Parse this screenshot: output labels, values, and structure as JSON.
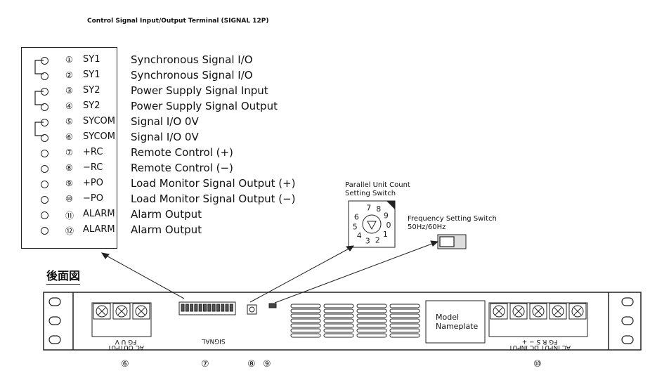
{
  "title": "Control Signal Input/Output Terminal (SIGNAL 12P)",
  "terminals": [
    {
      "num": "①",
      "code": "SY1",
      "desc": "Synchronous Signal I/O"
    },
    {
      "num": "②",
      "code": "SY1",
      "desc": "Synchronous Signal I/O"
    },
    {
      "num": "③",
      "code": "SY2",
      "desc": "Power Supply Signal Input"
    },
    {
      "num": "④",
      "code": "SY2",
      "desc": "Power Supply Signal Output"
    },
    {
      "num": "⑤",
      "code": "SYCOM",
      "desc": "Signal I/O 0V"
    },
    {
      "num": "⑥",
      "code": "SYCOM",
      "desc": "Signal I/O 0V"
    },
    {
      "num": "⑦",
      "code": "+RC",
      "desc": "Remote Control (+)"
    },
    {
      "num": "⑧",
      "code": "−RC",
      "desc": "Remote Control (−)"
    },
    {
      "num": "⑨",
      "code": "+PO",
      "desc": "Load Monitor Signal Output (+)"
    },
    {
      "num": "⑩",
      "code": "−PO",
      "desc": "Load Monitor Signal Output (−)"
    },
    {
      "num": "⑪",
      "code": "ALARM",
      "desc": "Alarm Output"
    },
    {
      "num": "⑫",
      "code": "ALARM",
      "desc": "Alarm Output"
    }
  ],
  "parallel_switch": {
    "line1": "Parallel Unit Count",
    "line2": "Setting Switch",
    "digits": "7890123456"
  },
  "freq_switch": {
    "line1": "Frequency Setting Switch",
    "line2": "50Hz/60Hz"
  },
  "rear_label": "後面図",
  "nameplate": {
    "line1": "Model",
    "line2": "Nameplate"
  },
  "ac_output": {
    "terminals": "FG  U  V",
    "label": "AC OUTPUT"
  },
  "signal_label": "SIGNAL",
  "ac_dc_input": {
    "terminals": "FG  R  S  −  +",
    "label": "AC INPUT DC INPUT"
  },
  "callouts": {
    "c6": "⑥",
    "c7": "⑦",
    "c8": "⑧",
    "c9": "⑨",
    "c10": "⑩"
  }
}
